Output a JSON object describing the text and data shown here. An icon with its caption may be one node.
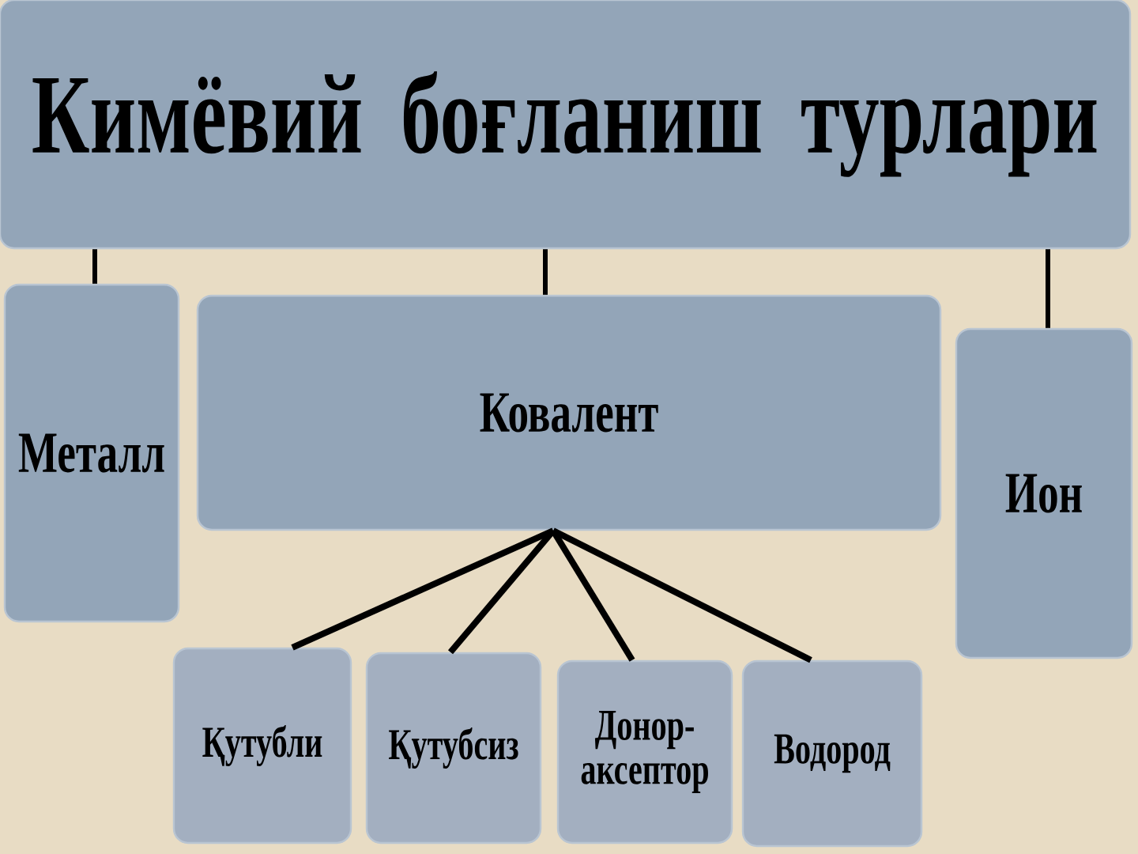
{
  "diagram": {
    "nodes": [
      {
        "text": [
          "Кимёвий боғланиш турлари"
        ]
      },
      {
        "text": [
          "Металл"
        ]
      },
      {
        "text": [
          "Ковалент"
        ]
      },
      {
        "text": [
          "Ион"
        ]
      },
      {
        "text": [
          "Қутубли"
        ]
      },
      {
        "text": [
          "Қутубсиз"
        ]
      },
      {
        "text": [
          "Донор- аксептор"
        ]
      },
      {
        "text": [
          "Водород"
        ]
      }
    ],
    "edges": [
      {
        "from": 0,
        "to": 1,
        "arrow": "none"
      },
      {
        "from": 0,
        "to": 2,
        "arrow": "none"
      },
      {
        "from": 0,
        "to": 3,
        "arrow": "none"
      },
      {
        "from": 2,
        "to": 4,
        "arrow": "none"
      },
      {
        "from": 2,
        "to": 5,
        "arrow": "none"
      },
      {
        "from": 2,
        "to": 6,
        "arrow": "none"
      },
      {
        "from": 2,
        "to": 7,
        "arrow": "none"
      }
    ]
  }
}
